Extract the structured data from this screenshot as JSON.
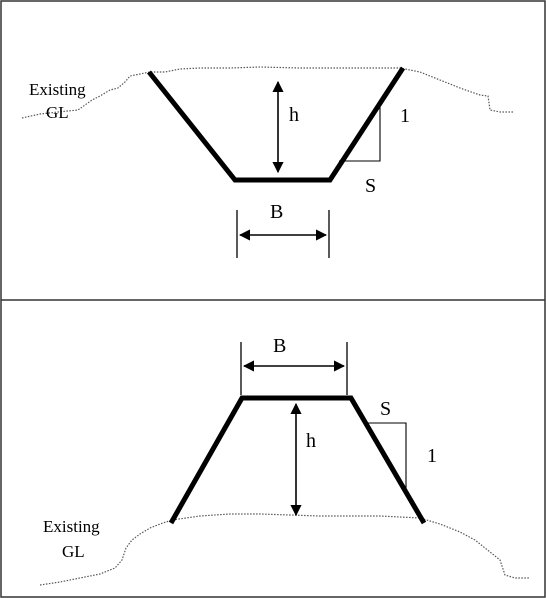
{
  "cut": {
    "ground_label_line1": "Existing",
    "ground_label_line2": "GL",
    "height_label": "h",
    "base_label": "B",
    "slope_vertical_label": "1",
    "slope_horizontal_label": "S"
  },
  "fill": {
    "ground_label_line1": "Existing",
    "ground_label_line2": "GL",
    "height_label": "h",
    "base_label": "B",
    "slope_vertical_label": "1",
    "slope_horizontal_label": "S"
  },
  "colors": {
    "line": "#000000",
    "ground": "#555555",
    "border": "#333333"
  }
}
